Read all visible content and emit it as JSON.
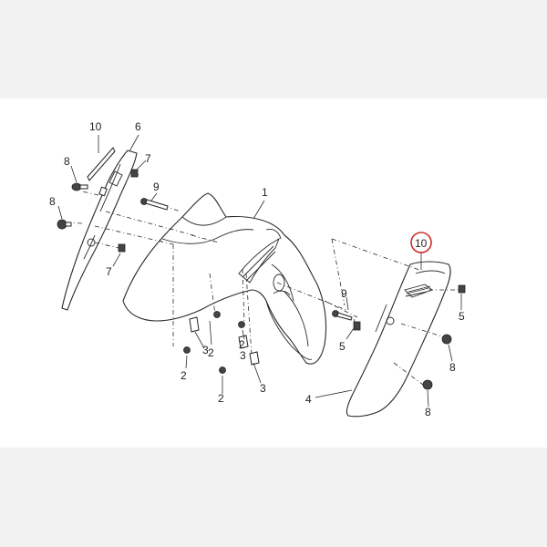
{
  "colors": {
    "background": "#ffffff",
    "outer_background": "#f2f2f2",
    "line": "#2a2a2a",
    "highlight": "#cc2a2a"
  },
  "callouts": {
    "c1": "1",
    "c2a": "2",
    "c2b": "2",
    "c2c": "2",
    "c2d": "2",
    "c3a": "3",
    "c3b": "3",
    "c3c": "3",
    "c4": "4",
    "c5a": "5",
    "c5b": "5",
    "c6": "6",
    "c7a": "7",
    "c7b": "7",
    "c8a": "8",
    "c8b": "8",
    "c8c": "8",
    "c8d": "8",
    "c9a": "9",
    "c9b": "9",
    "c10a": "10",
    "c10b": "10"
  }
}
